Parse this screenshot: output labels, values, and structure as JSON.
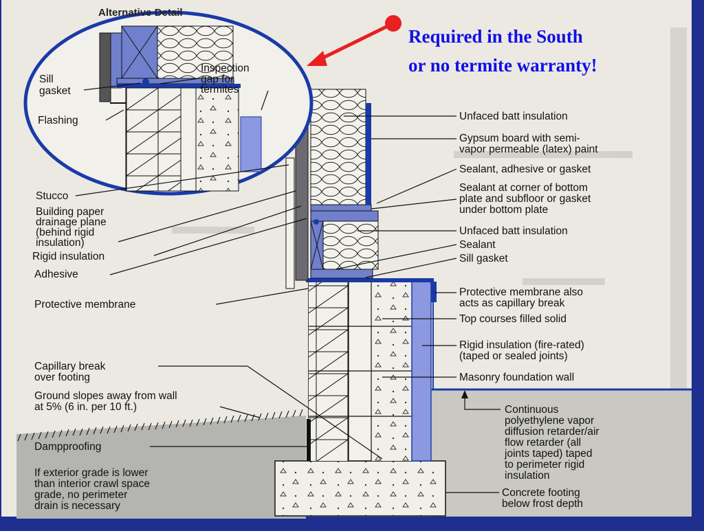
{
  "diagram": {
    "title": "Alternative Detail",
    "annotation": {
      "line1": "Required in the South",
      "line2": "or no termite warranty!",
      "color": "#1010e8",
      "arrow_color": "#e82020"
    },
    "inset_labels": {
      "sill_gasket": [
        "Sill",
        "gasket"
      ],
      "inspection_gap": [
        "Inspection",
        "gap for",
        "termites"
      ],
      "flashing": "Flashing"
    },
    "left_labels": {
      "stucco": "Stucco",
      "building_paper": [
        "Building paper",
        "drainage plane",
        "(behind rigid",
        "insulation)"
      ],
      "rigid_insulation": "Rigid insulation",
      "adhesive": "Adhesive",
      "protective_membrane": "Protective membrane",
      "capillary_break": [
        "Capillary break",
        "over footing"
      ],
      "ground_slopes": [
        "Ground slopes away from wall",
        "at 5% (6 in. per 10 ft.)"
      ],
      "dampproofing": "Dampproofing",
      "exterior_grade": [
        "If exterior grade is lower",
        "than interior crawl space",
        "grade, no perimeter",
        "drain is necessary"
      ]
    },
    "right_labels": {
      "unfaced_batt_top": "Unfaced batt insulation",
      "gypsum_board": [
        "Gypsum board with semi-",
        "vapor permeable (latex) paint"
      ],
      "sealant_adhesive": "Sealant, adhesive or gasket",
      "sealant_corner": [
        "Sealant at corner of bottom",
        "plate and subfloor or gasket",
        "under bottom plate"
      ],
      "unfaced_batt_bottom": "Unfaced batt insulation",
      "sealant": "Sealant",
      "sill_gasket": "Sill gasket",
      "protective_membrane_also": [
        "Protective membrane also",
        "acts as capillary break"
      ],
      "top_courses": "Top courses filled solid",
      "rigid_insulation_fire": [
        "Rigid insulation (fire-rated)",
        "(taped or sealed joints)"
      ],
      "masonry_wall": "Masonry foundation wall",
      "polyethylene": [
        "Continuous",
        "polyethylene vapor",
        "diffusion retarder/air",
        "flow retarder (all",
        "joints taped) taped",
        "to perimeter rigid",
        "insulation"
      ],
      "concrete_footing": [
        "Concrete footing",
        "below frost depth"
      ]
    },
    "colors": {
      "background": "#1e2f8f",
      "page": "#ece9e2",
      "ground": "#b4b4b0",
      "rigid_insulation": "#8c98e0",
      "wood": "#7080cc",
      "outline": "#111111"
    }
  }
}
